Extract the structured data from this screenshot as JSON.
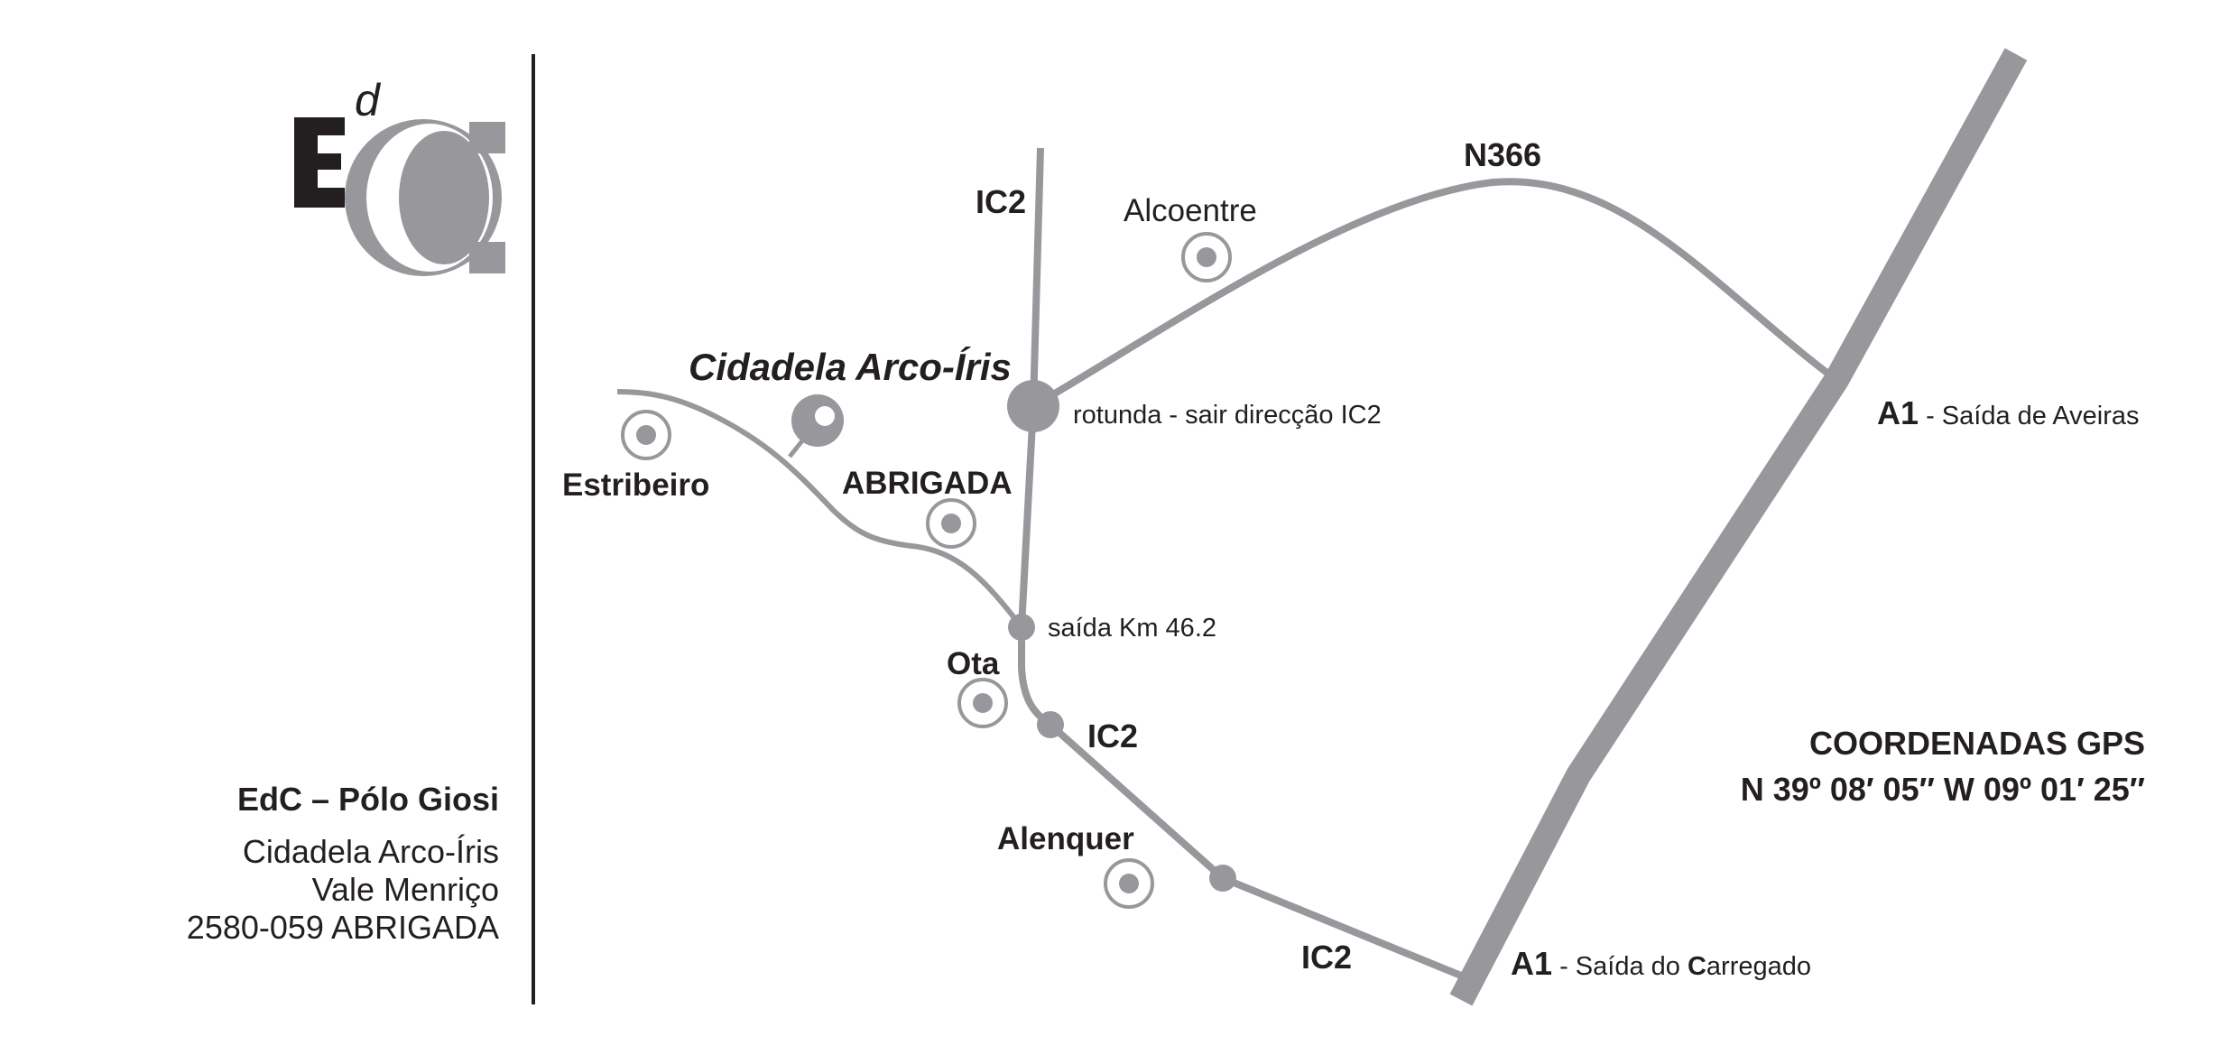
{
  "colors": {
    "road": "#98989c",
    "text": "#231f20",
    "background": "#ffffff"
  },
  "logo": {
    "letters": "EdC"
  },
  "org": {
    "name": "EdC – Pólo Giosi",
    "address": [
      "Cidadela Arco-Íris",
      "Vale Menriço",
      "2580-059 ABRIGADA"
    ]
  },
  "map": {
    "destination": "Cidadela Arco-Íris",
    "roads": {
      "ic2_north": "IC2",
      "n366": "N366",
      "ic2_mid": "IC2",
      "ic2_south": "IC2"
    },
    "towns": {
      "alcoentre": "Alcoentre",
      "estribeiro": "Estribeiro",
      "abrigada": "ABRIGADA",
      "ota": "Ota",
      "alenquer": "Alenquer"
    },
    "notes": {
      "rotunda": "rotunda - sair direcção IC2",
      "saida_km": "saída Km 46.2"
    },
    "exits": {
      "aveiras": {
        "road": "A1",
        "text": " - Saída de Aveiras"
      },
      "carregado": {
        "road": "A1",
        "text_pre": " - Saída do ",
        "text_cap": "C",
        "text_post": "arregado"
      }
    }
  },
  "gps": {
    "title": "COORDENADAS GPS",
    "coords": "N 39º 08′ 05′′  W 09º 01′ 25″"
  }
}
